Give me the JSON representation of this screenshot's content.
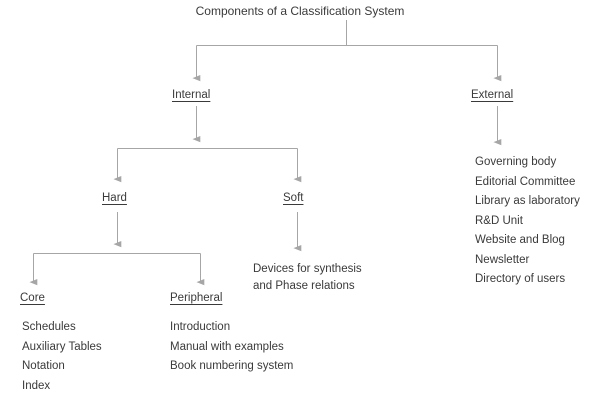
{
  "diagram": {
    "title": "Components of a Classification System",
    "type": "hierarchy-tree",
    "colors": {
      "text": "#3a3a3a",
      "connector": "#a6a6a6",
      "background": "#ffffff"
    },
    "nodes": {
      "root": "Components of a Classification System",
      "internal": "Internal",
      "external": "External",
      "hard": "Hard",
      "soft": "Soft",
      "core": "Core",
      "peripheral": "Peripheral"
    },
    "soft_detail": {
      "line1": "Devices for synthesis",
      "line2": "and Phase relations"
    },
    "external_items": [
      "Governing body",
      "Editorial Committee",
      "Library as laboratory",
      "R&D Unit",
      "Website and Blog",
      "Newsletter",
      "Directory of users"
    ],
    "core_items": [
      "Schedules",
      "Auxiliary Tables",
      "Notation",
      "Index"
    ],
    "peripheral_items": [
      "Introduction",
      "Manual with examples",
      "Book numbering system"
    ]
  }
}
